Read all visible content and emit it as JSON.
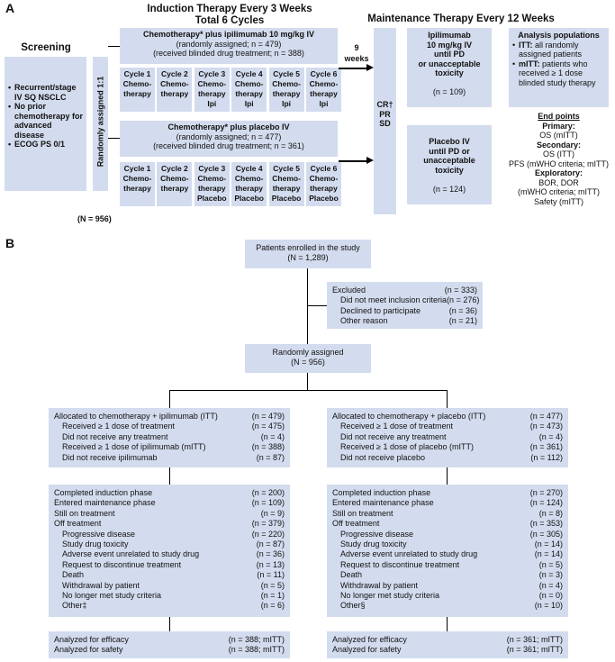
{
  "panelA": {
    "letter": "A",
    "induction_title_1": "Induction Therapy Every 3 Weeks",
    "induction_title_2": "Total 6 Cycles",
    "maintenance_title": "Maintenance Therapy Every 12 Weeks",
    "screening_title": "Screening",
    "screening_items": [
      "Recurrent/stage IV SQ NSCLC",
      "No prior chemotherapy for advanced disease",
      "ECOG PS 0/1"
    ],
    "randomized_label": "Randomly assigned 1:1",
    "n_total": "(N = 956)",
    "ipi_arm": {
      "title": "Chemotherapy* plus ipilimumab 10 mg/kg IV",
      "line2": "(randomly assigned; n = 479)",
      "line3": "(received blinded drug treatment; n = 388)",
      "cycles": [
        [
          "Cycle 1",
          "Chemo-",
          "therapy",
          ""
        ],
        [
          "Cycle 2",
          "Chemo-",
          "therapy",
          ""
        ],
        [
          "Cycle 3",
          "Chemo-",
          "therapy",
          "Ipi"
        ],
        [
          "Cycle 4",
          "Chemo-",
          "therapy",
          "Ipi"
        ],
        [
          "Cycle 5",
          "Chemo-",
          "therapy",
          "Ipi"
        ],
        [
          "Cycle 6",
          "Chemo-",
          "therapy",
          "Ipi"
        ]
      ]
    },
    "pbo_arm": {
      "title": "Chemotherapy* plus placebo IV",
      "line2": "(randomly assigned; n = 477)",
      "line3": "(received blinded drug treatment; n = 361)",
      "cycles": [
        [
          "Cycle 1",
          "Chemo-",
          "therapy",
          ""
        ],
        [
          "Cycle 2",
          "Chemo-",
          "therapy",
          ""
        ],
        [
          "Cycle 3",
          "Chemo-",
          "therapy",
          "Placebo"
        ],
        [
          "Cycle 4",
          "Chemo-",
          "therapy",
          "Placebo"
        ],
        [
          "Cycle 5",
          "Chemo-",
          "therapy",
          "Placebo"
        ],
        [
          "Cycle 6",
          "Chemo-",
          "therapy",
          "Placebo"
        ]
      ]
    },
    "weeks_label_1": "9",
    "weeks_label_2": "weeks",
    "response_box": [
      "CR†",
      "PR",
      "SD"
    ],
    "maint_ipi": [
      "Ipilimumab",
      "10 mg/kg IV",
      "until PD",
      "or unacceptable",
      "toxicity",
      "",
      "(n = 109)"
    ],
    "maint_pbo": [
      "Placebo IV",
      "until PD or",
      "unacceptable",
      "toxicity",
      "",
      "(n = 124)"
    ],
    "analysis_title": "Analysis populations",
    "analysis_items": [
      {
        "key": "ITT:",
        "text": " all randomly assigned patients"
      },
      {
        "key": "mITT:",
        "text": " patients who received ≥ 1 dose blinded study therapy"
      }
    ],
    "endpoints_title": "End points",
    "endpoints": [
      {
        "head": "Primary:",
        "lines": [
          "OS (mITT)"
        ]
      },
      {
        "head": "Secondary:",
        "lines": [
          "OS (ITT)",
          "PFS (mWHO criteria; mITT)"
        ]
      },
      {
        "head": "Exploratory:",
        "lines": [
          "BOR, DOR",
          "(mWHO criteria; mITT)",
          "Safety (mITT)"
        ]
      }
    ]
  },
  "panelB": {
    "letter": "B",
    "enrolled": [
      "Patients enrolled in the study",
      "(N = 1,289)"
    ],
    "excluded": [
      {
        "label": "Excluded",
        "value": "(n = 333)",
        "indent": false
      },
      {
        "label": "Did not meet inclusion criteria",
        "value": "(n = 276)",
        "indent": true
      },
      {
        "label": "Declined to participate",
        "value": "(n = 36)",
        "indent": true
      },
      {
        "label": "Other reason",
        "value": "(n = 21)",
        "indent": true
      }
    ],
    "randomized": [
      "Randomly assigned",
      "(N = 956)"
    ],
    "left_alloc": [
      {
        "label": "Allocated to chemotherapy + ipilimumab (ITT)",
        "value": "(n = 479)",
        "indent": false
      },
      {
        "label": "Received ≥ 1 dose of treatment",
        "value": "(n = 475)",
        "indent": true
      },
      {
        "label": "Did not receive any treatment",
        "value": "(n = 4)",
        "indent": true
      },
      {
        "label": "Received ≥ 1 dose of ipilimumab (mITT)",
        "value": "(n = 388)",
        "indent": true
      },
      {
        "label": "Did not receive ipilimumab",
        "value": "(n = 87)",
        "indent": true
      }
    ],
    "right_alloc": [
      {
        "label": "Allocated to chemotherapy + placebo (ITT)",
        "value": "(n = 477)",
        "indent": false
      },
      {
        "label": "Received ≥ 1 dose of treatment",
        "value": "(n = 473)",
        "indent": true
      },
      {
        "label": "Did not receive any treatment",
        "value": "(n = 4)",
        "indent": true
      },
      {
        "label": "Received ≥ 1 dose of placebo (mITT)",
        "value": "(n = 361)",
        "indent": true
      },
      {
        "label": "Did not receive placebo",
        "value": "(n = 112)",
        "indent": true
      }
    ],
    "left_follow": [
      {
        "label": "Completed induction phase",
        "value": "(n = 200)",
        "indent": false
      },
      {
        "label": "Entered maintenance phase",
        "value": "(n = 109)",
        "indent": false
      },
      {
        "label": "Still on treatment",
        "value": "(n = 9)",
        "indent": false
      },
      {
        "label": "Off treatment",
        "value": "(n = 379)",
        "indent": false
      },
      {
        "label": "Progressive disease",
        "value": "(n = 220)",
        "indent": true
      },
      {
        "label": "Study drug toxicity",
        "value": "(n = 87)",
        "indent": true
      },
      {
        "label": "Adverse event unrelated to study drug",
        "value": "(n = 36)",
        "indent": true
      },
      {
        "label": "Request to discontinue treatment",
        "value": "(n = 13)",
        "indent": true
      },
      {
        "label": "Death",
        "value": "(n = 11)",
        "indent": true
      },
      {
        "label": "Withdrawal by patient",
        "value": "(n = 5)",
        "indent": true
      },
      {
        "label": "No longer met study criteria",
        "value": "(n = 1)",
        "indent": true
      },
      {
        "label": "Other‡",
        "value": "(n = 6)",
        "indent": true
      }
    ],
    "right_follow": [
      {
        "label": "Completed induction phase",
        "value": "(n = 270)",
        "indent": false
      },
      {
        "label": "Entered maintenance phase",
        "value": "(n = 124)",
        "indent": false
      },
      {
        "label": "Still on treatment",
        "value": "(n = 8)",
        "indent": false
      },
      {
        "label": "Off treatment",
        "value": "(n = 353)",
        "indent": false
      },
      {
        "label": "Progressive disease",
        "value": "(n = 305)",
        "indent": true
      },
      {
        "label": "Study drug toxicity",
        "value": "(n = 14)",
        "indent": true
      },
      {
        "label": "Adverse event unrelated to study drug",
        "value": "(n = 14)",
        "indent": true
      },
      {
        "label": "Request to discontinue treatment",
        "value": "(n = 5)",
        "indent": true
      },
      {
        "label": "Death",
        "value": "(n = 3)",
        "indent": true
      },
      {
        "label": "Withdrawal by patient",
        "value": "(n = 4)",
        "indent": true
      },
      {
        "label": "No longer met study criteria",
        "value": "(n = 0)",
        "indent": true
      },
      {
        "label": "Other§",
        "value": "(n = 10)",
        "indent": true
      }
    ],
    "left_analysis": [
      {
        "label": "Analyzed for efficacy",
        "value": "(n = 388; mITT)",
        "indent": false
      },
      {
        "label": "Analyzed for safety",
        "value": "(n = 388; mITT)",
        "indent": false
      }
    ],
    "right_analysis": [
      {
        "label": "Analyzed for efficacy",
        "value": "(n = 361; mITT)",
        "indent": false
      },
      {
        "label": "Analyzed for safety",
        "value": "(n = 361; mITT)",
        "indent": false
      }
    ]
  }
}
